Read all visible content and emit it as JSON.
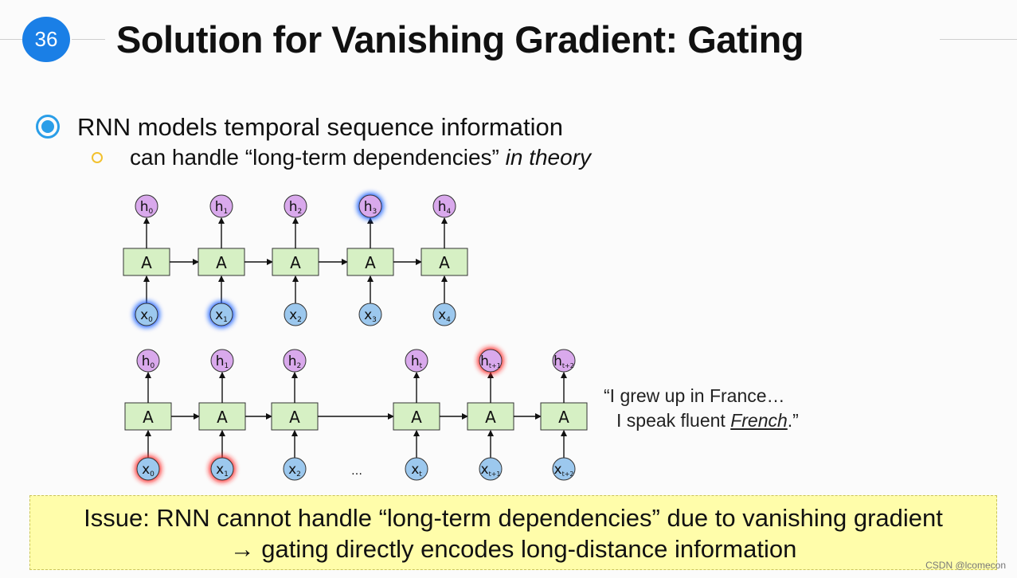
{
  "slide": {
    "number": "36",
    "title": "Solution for Vanishing Gradient: Gating"
  },
  "bullets": {
    "level1": "RNN models temporal sequence information",
    "level2_prefix": "can handle “long-term dependencies” ",
    "level2_italic": "in theory"
  },
  "diagram_top": {
    "cell_label": "A",
    "hidden": [
      "h0",
      "h1",
      "h2",
      "h3",
      "h4"
    ],
    "inputs": [
      "x0",
      "x1",
      "x2",
      "x3",
      "x4"
    ],
    "highlight_hidden": [
      "h3"
    ],
    "highlight_inputs": [
      "x0",
      "x1"
    ],
    "highlight_color": "#1a5cff"
  },
  "diagram_bottom": {
    "cell_label": "A",
    "hidden": [
      "h0",
      "h1",
      "h2",
      "ht",
      "ht+1",
      "ht+2"
    ],
    "inputs": [
      "x0",
      "x1",
      "x2",
      "xt",
      "xt+1",
      "xt+2"
    ],
    "ellipsis": "…",
    "highlight_hidden": [
      "ht+1"
    ],
    "highlight_inputs": [
      "x0",
      "x1"
    ],
    "highlight_color": "#ff2a2a"
  },
  "quote": {
    "line1": "“I grew up in France…",
    "line2_prefix": "I speak fluent ",
    "line2_underlined": "French",
    "line2_suffix": ".”"
  },
  "issue_box": {
    "line1": "Issue: RNN cannot handle “long-term dependencies” due to vanishing gradient",
    "line2": "→ gating directly encodes long-distance information"
  },
  "watermark": "CSDN @lcomecon",
  "colors": {
    "slide_badge": "#1a7fe6",
    "cell_fill": "#d6f0c4",
    "hidden_fill": "#d9a9ec",
    "input_fill": "#9cc8ee",
    "issue_bg": "#fffdaa"
  }
}
